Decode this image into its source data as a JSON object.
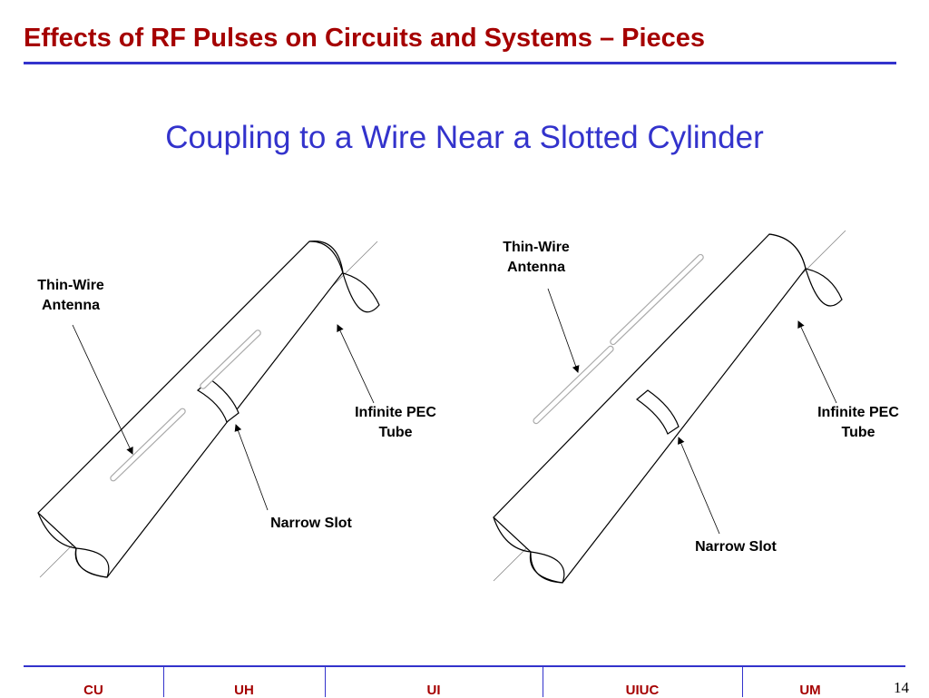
{
  "slide": {
    "title": "Effects of RF Pulses on Circuits and Systems – Pieces",
    "subtitle": "Coupling to a Wire Near a Slotted Cylinder",
    "page_number": "14"
  },
  "left_figure": {
    "antenna_label": [
      "Thin-Wire",
      "Antenna"
    ],
    "tube_label": [
      "Infinite PEC",
      "Tube"
    ],
    "slot_label": "Narrow Slot"
  },
  "right_figure": {
    "antenna_label": [
      "Thin-Wire",
      "Antenna"
    ],
    "tube_label": [
      "Infinite PEC",
      "Tube"
    ],
    "slot_label": "Narrow Slot"
  },
  "footer": {
    "items": [
      "CU",
      "UH",
      "UI",
      "UIUC",
      "UM"
    ]
  },
  "colors": {
    "title": "#a50000",
    "accent": "#3333cc"
  }
}
